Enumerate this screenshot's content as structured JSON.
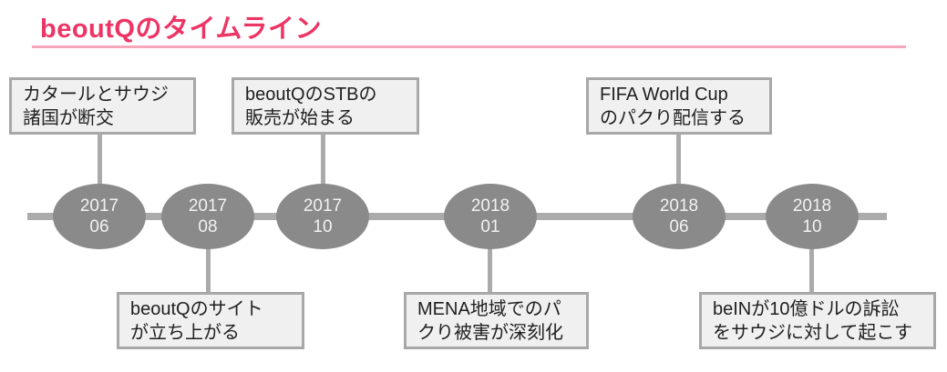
{
  "colors": {
    "accent": "#ed3565",
    "accent_underline": "#f6a6ba",
    "gray_line": "#ababab",
    "node_fill": "#8a8a8a",
    "node_text": "#f2f2f2",
    "box_fill": "#f0f0f0",
    "box_border": "#a8a8a8",
    "box_text": "#1f1f1f",
    "background": "#ffffff"
  },
  "title": {
    "text": "beoutQのタイムライン"
  },
  "timeline": {
    "nodes": [
      {
        "year": "2017",
        "month": "06"
      },
      {
        "year": "2017",
        "month": "08"
      },
      {
        "year": "2017",
        "month": "10"
      },
      {
        "year": "2018",
        "month": "01"
      },
      {
        "year": "2018",
        "month": "06"
      },
      {
        "year": "2018",
        "month": "10"
      }
    ]
  },
  "events": {
    "above": [
      {
        "date": "2017-06",
        "line1": "カタールとサウジ",
        "line2": "諸国が断交"
      },
      {
        "date": "2017-10",
        "line1": "beoutQのSTBの",
        "line2": "販売が始まる"
      },
      {
        "date": "2018-06",
        "line1": "FIFA World Cup",
        "line2": "のパクり配信する"
      }
    ],
    "below": [
      {
        "date": "2017-08",
        "line1": "beoutQのサイト",
        "line2": "が立ち上がる"
      },
      {
        "date": "2018-01",
        "line1": "MENA地域でのパ",
        "line2": "クり被害が深刻化"
      },
      {
        "date": "2018-10",
        "line1": "beINが10億ドルの訴訟",
        "line2": "をサウジに対して起こす"
      }
    ]
  }
}
